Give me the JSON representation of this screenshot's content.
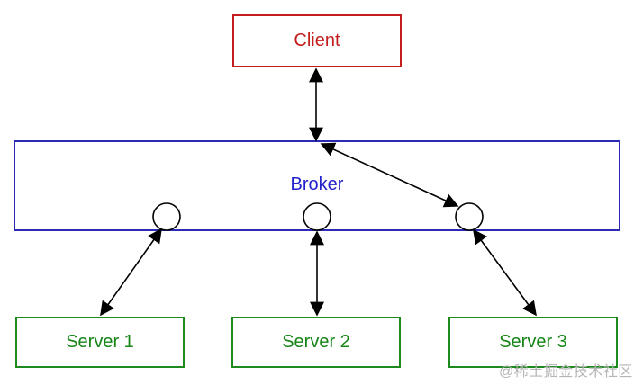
{
  "diagram": {
    "type": "architecture-diagram",
    "nodes": {
      "client": {
        "id": "client",
        "label": "Client",
        "border_color": "#c41d1d",
        "text_color": "#c41d1d"
      },
      "broker": {
        "id": "broker",
        "label": "Broker",
        "border_color": "#2a2ab5",
        "text_color": "#2323cc"
      },
      "server1": {
        "id": "server1",
        "label": "Server 1",
        "border_color": "#1d8a1d",
        "text_color": "#158515"
      },
      "server2": {
        "id": "server2",
        "label": "Server 2",
        "border_color": "#1d8a1d",
        "text_color": "#158515"
      },
      "server3": {
        "id": "server3",
        "label": "Server 3",
        "border_color": "#1d8a1d",
        "text_color": "#158515"
      }
    },
    "ports": [
      {
        "id": "broker-port-1",
        "attached_to": "broker"
      },
      {
        "id": "broker-port-2",
        "attached_to": "broker"
      },
      {
        "id": "broker-port-3",
        "attached_to": "broker"
      }
    ],
    "edges": [
      {
        "from": "client",
        "to": "broker",
        "bidirectional": true
      },
      {
        "from": "broker",
        "to": "broker-port-3",
        "bidirectional": true
      },
      {
        "from": "broker-port-1",
        "to": "server1",
        "bidirectional": true
      },
      {
        "from": "broker-port-2",
        "to": "server2",
        "bidirectional": true
      },
      {
        "from": "broker-port-3",
        "to": "server3",
        "bidirectional": true
      }
    ],
    "arrow_color": "#000000",
    "watermark": "@稀土掘金技术社区"
  }
}
